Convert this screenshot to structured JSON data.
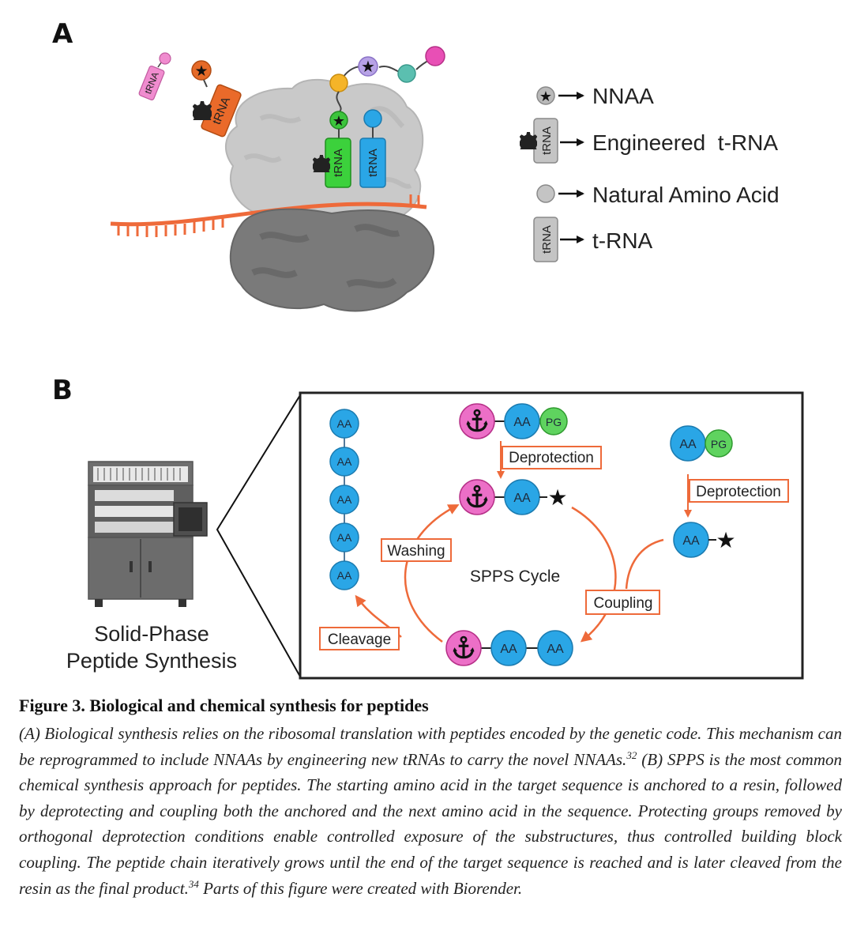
{
  "panel_a": {
    "letter": "A",
    "trna_label": "tRNA",
    "legend": [
      {
        "label": "NNAA"
      },
      {
        "label": "Engineered  t-RNA"
      },
      {
        "label": "Natural Amino Acid"
      },
      {
        "label": "t-RNA"
      }
    ]
  },
  "panel_b": {
    "letter": "B",
    "machine_label_line1": "Solid-Phase",
    "machine_label_line2": "Peptide Synthesis",
    "aa": "AA",
    "pg": "PG",
    "deprotection": "Deprotection",
    "washing": "Washing",
    "coupling": "Coupling",
    "cleavage": "Cleavage",
    "cycle_label": "SPPS Cycle"
  },
  "caption": {
    "title": "Figure 3. Biological and chemical synthesis for peptides",
    "text_1": "(A) Biological synthesis relies on the ribosomal translation with peptides encoded by the genetic code. This mechanism can be reprogrammed to include NNAAs by engineering new tRNAs to carry the novel NNAAs.",
    "ref_1": "32",
    "text_2": " (B) SPPS is the most common chemical synthesis approach for peptides. The starting amino acid in the target sequence is anchored to a resin, followed by deprotecting and coupling both the anchored and the next amino acid in the sequence. Protecting groups removed by orthogonal deprotection conditions enable controlled exposure of the substructures, thus controlled building block coupling. The peptide chain iteratively grows until the end of the target sequence is reached and is later cleaved from the resin as the final product.",
    "ref_2": "34",
    "text_3": " Parts of this figure were created with Biorender."
  },
  "colors": {
    "orange": "#ee6a3a",
    "blue": "#2aa6e6",
    "green": "#3cc43c",
    "pink": "#e85cb8",
    "grey_light": "#c8c8c8",
    "grey_dark": "#777777"
  }
}
